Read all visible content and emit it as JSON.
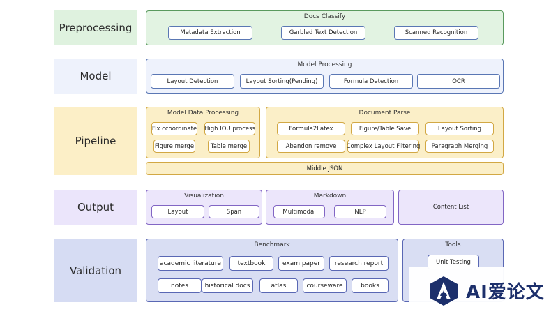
{
  "stages": {
    "preprocessing": "Preprocessing",
    "model": "Model",
    "pipeline": "Pipeline",
    "output": "Output",
    "validation": "Validation"
  },
  "preprocessing": {
    "title": "Docs Classify",
    "items": [
      "Metadata Extraction",
      "Garbled Text Detection",
      "Scanned Recognition"
    ]
  },
  "model": {
    "title": "Model Processing",
    "items": [
      "Layout Detection",
      "Layout Sorting(Pending)",
      "Formula Detection",
      "OCR"
    ]
  },
  "pipeline": {
    "mdp_title": "Model Data Processing",
    "mdp_items": [
      "Fix ccoordinate",
      "High IOU process",
      "Figure merge",
      "Table merge"
    ],
    "dp_title": "Document Parse",
    "dp_items": [
      "Formula2Latex",
      "Figure/Table Save",
      "Layout Sorting",
      "Abandon remove",
      "Complex Layout Filtering",
      "Paragraph Merging"
    ],
    "middle": "Middle JSON"
  },
  "output": {
    "vis_title": "Visualization",
    "vis_items": [
      "Layout",
      "Span"
    ],
    "md_title": "Markdown",
    "md_items": [
      "Multimodal",
      "NLP"
    ],
    "content_list": "Content List"
  },
  "validation": {
    "bench_title": "Benchmark",
    "bench_items": [
      "academic literature",
      "textbook",
      "exam paper",
      "research report",
      "notes",
      "historical docs",
      "atlas",
      "courseware",
      "books"
    ],
    "tools_title": "Tools",
    "tools_items": [
      "Unit Testing"
    ]
  },
  "watermark": {
    "text": "AI爱论文"
  },
  "colors": {
    "green_fill": "#e2f3e2",
    "green_border": "#5a9a5e",
    "blue_fill": "#eef2fc",
    "blue_border": "#5a77b4",
    "yellow_fill": "#fbefc8",
    "yellow_border": "#d2a844",
    "purple_fill": "#ece6fb",
    "purple_border": "#8266c4",
    "slate_fill": "#d9def3",
    "slate_border": "#5a68b4"
  }
}
